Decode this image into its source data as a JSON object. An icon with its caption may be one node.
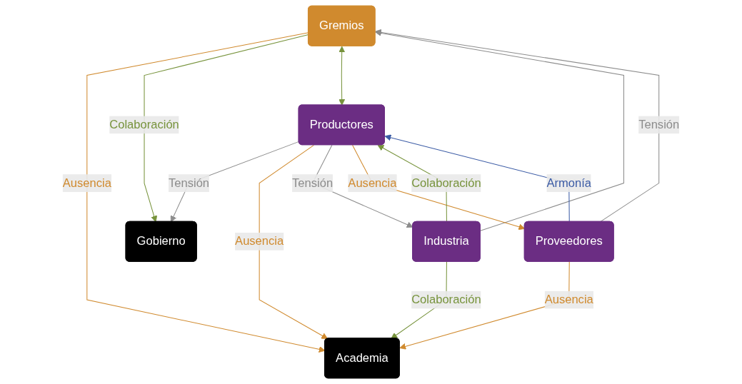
{
  "diagram": {
    "nodes": [
      {
        "text": [
          "Gremios"
        ]
      },
      {
        "text": [
          "Gobierno"
        ]
      },
      {
        "text": [
          "Academia"
        ]
      },
      {
        "text": [
          "Proveedores"
        ]
      },
      {
        "text": [
          "Productores"
        ]
      },
      {
        "text": [
          "Industria"
        ]
      }
    ],
    "edges": [
      {
        "from": 0,
        "to": 2,
        "arrow": "to",
        "label": "Ausencia",
        "color": "#d08a2e"
      },
      {
        "from": 0,
        "to": 1,
        "arrow": "to",
        "label": "Colaboración",
        "color": "#77933c"
      },
      {
        "from": 0,
        "to": 4,
        "arrow": "both",
        "color": "#77933c"
      },
      {
        "from": 3,
        "to": 0,
        "arrow": "to",
        "label": "Tensión",
        "color": "#8c8c8c"
      },
      {
        "from": 5,
        "to": 0,
        "arrow": "to",
        "color": "#8c8c8c"
      },
      {
        "from": 4,
        "to": 1,
        "arrow": "to",
        "label": "Tensión",
        "color": "#8c8c8c"
      },
      {
        "from": 4,
        "to": 2,
        "arrow": "to",
        "label": "Ausencia",
        "color": "#d08a2e"
      },
      {
        "from": 5,
        "to": 2,
        "arrow": "to",
        "label": "Colaboración",
        "color": "#77933c"
      },
      {
        "from": 3,
        "to": 4,
        "arrow": "to",
        "label": "Armonía",
        "color": "#3b5ba5"
      },
      {
        "from": 4,
        "to": 5,
        "arrow": "to",
        "label": "Tensión",
        "color": "#8c8c8c"
      },
      {
        "from": 4,
        "to": 3,
        "arrow": "to",
        "label": "Ausencia",
        "color": "#d08a2e"
      },
      {
        "from": 5,
        "to": 4,
        "arrow": "to",
        "label": "Colaboración",
        "color": "#77933c"
      },
      {
        "from": 3,
        "to": 2,
        "arrow": "to",
        "label": "Ausencia",
        "color": "#d08a2e"
      }
    ]
  }
}
